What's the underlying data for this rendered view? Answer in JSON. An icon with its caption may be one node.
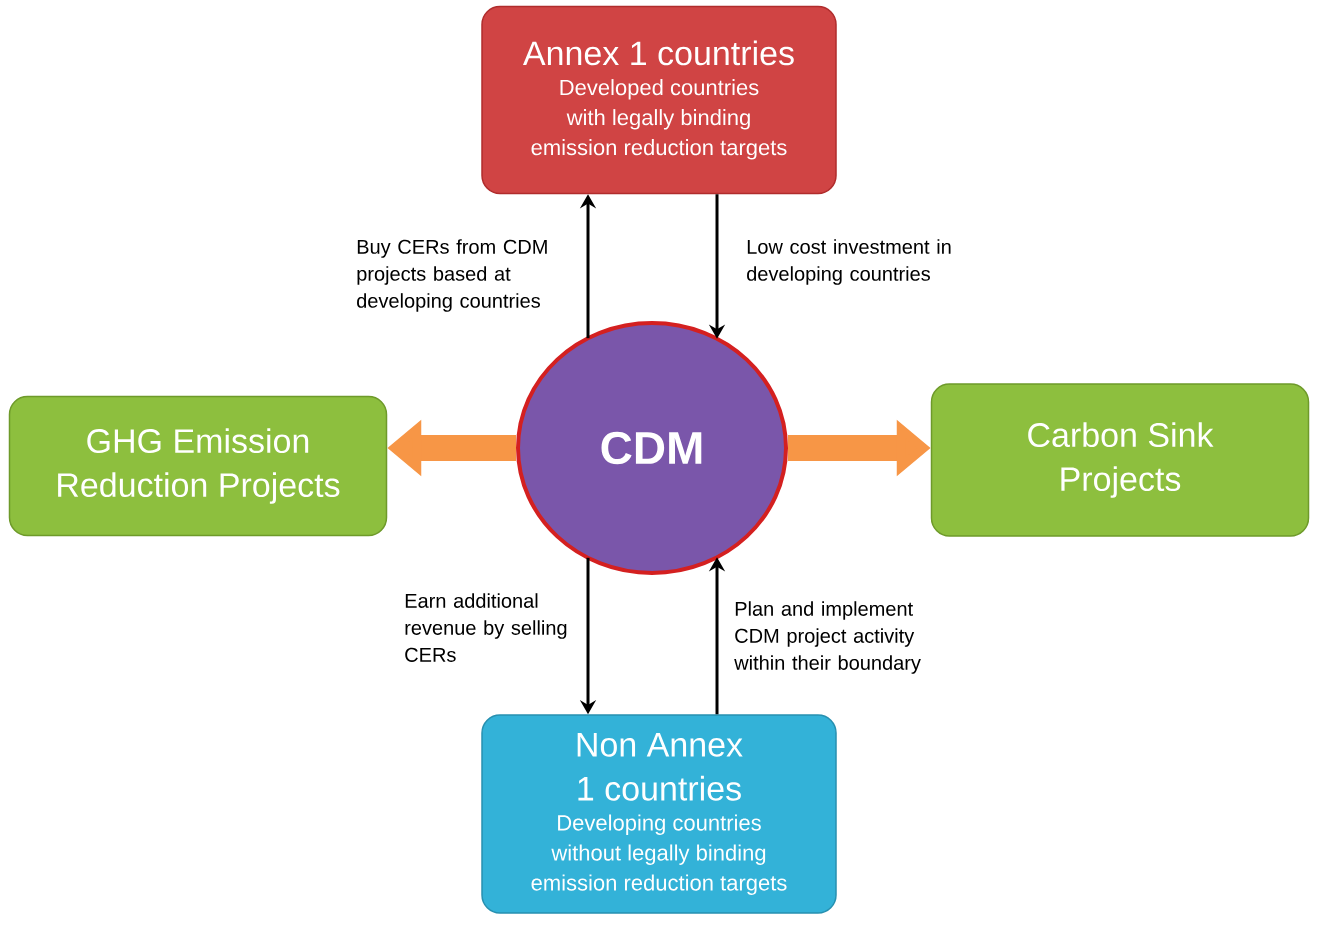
{
  "diagram": {
    "nodes": [
      {
        "text": [
          "Annex 1 countries",
          "Developed countries with legally binding emission reduction targets"
        ]
      },
      {
        "text": [
          "GHG Emission Reduction Projects"
        ]
      },
      {
        "text": [
          "CDM"
        ]
      },
      {
        "text": [
          "Carbon Sink Projects"
        ]
      },
      {
        "text": [
          "Non Annex 1 countries",
          "Developing countries without legally binding emission reduction targets"
        ]
      }
    ],
    "edges": [
      {
        "from": 2,
        "to": 0,
        "arrow": "to",
        "label": "Buy CERs from CDM projects based at developing countries"
      },
      {
        "from": 0,
        "to": 2,
        "arrow": "to",
        "label": "Low cost investment in developing countries"
      },
      {
        "from": 2,
        "to": 1,
        "arrow": "to",
        "style": "thick",
        "color": "#f79646"
      },
      {
        "from": 2,
        "to": 3,
        "arrow": "to",
        "style": "thick",
        "color": "#f79646"
      },
      {
        "from": 2,
        "to": 4,
        "arrow": "to",
        "label": "Earn additional revenue by selling CERs"
      },
      {
        "from": 4,
        "to": 2,
        "arrow": "to",
        "label": "Plan and implement CDM project activity within their boundary"
      }
    ]
  }
}
